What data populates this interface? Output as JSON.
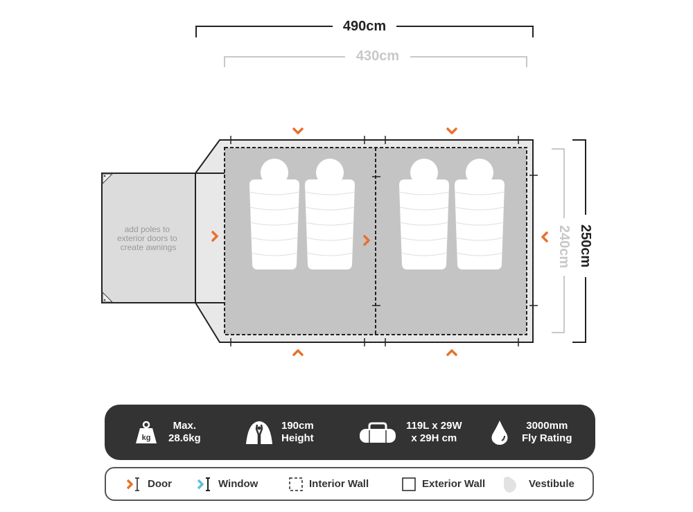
{
  "dimensions": {
    "outer_length": "490cm",
    "inner_length": "430cm",
    "outer_width": "250cm",
    "inner_width": "240cm"
  },
  "awning_note": [
    "add poles to",
    "exterior doors to",
    "create awnings"
  ],
  "rooms": [
    {
      "name": "room-left",
      "sleeping_bags": 2
    },
    {
      "name": "room-right",
      "sleeping_bags": 2
    }
  ],
  "specs": [
    {
      "icon": "weight-icon",
      "line1": "Max.",
      "line2": "28.6kg"
    },
    {
      "icon": "tent-height-person-icon",
      "line1": "190cm",
      "line2": "Height"
    },
    {
      "icon": "carry-bag-icon",
      "line1": "119L x 29W",
      "line2": "x 29H cm"
    },
    {
      "icon": "water-drop-icon",
      "line1": "3000mm",
      "line2": "Fly Rating"
    }
  ],
  "legend": [
    {
      "icon": "door-icon",
      "label": "Door"
    },
    {
      "icon": "window-icon",
      "label": "Window"
    },
    {
      "icon": "interior-wall-icon",
      "label": "Interior Wall"
    },
    {
      "icon": "exterior-wall-icon",
      "label": "Exterior Wall"
    },
    {
      "icon": "vestibule-icon",
      "label": "Vestibule"
    }
  ],
  "colors": {
    "door": "#e8712a",
    "window": "#5bbfe0",
    "floor": "#c4c4c4",
    "vestibule": "#e8e8e8",
    "awning": "#dcdcdc",
    "spec_bar": "#333333",
    "dim_dark": "#222222",
    "dim_light": "#c8c8c8"
  }
}
